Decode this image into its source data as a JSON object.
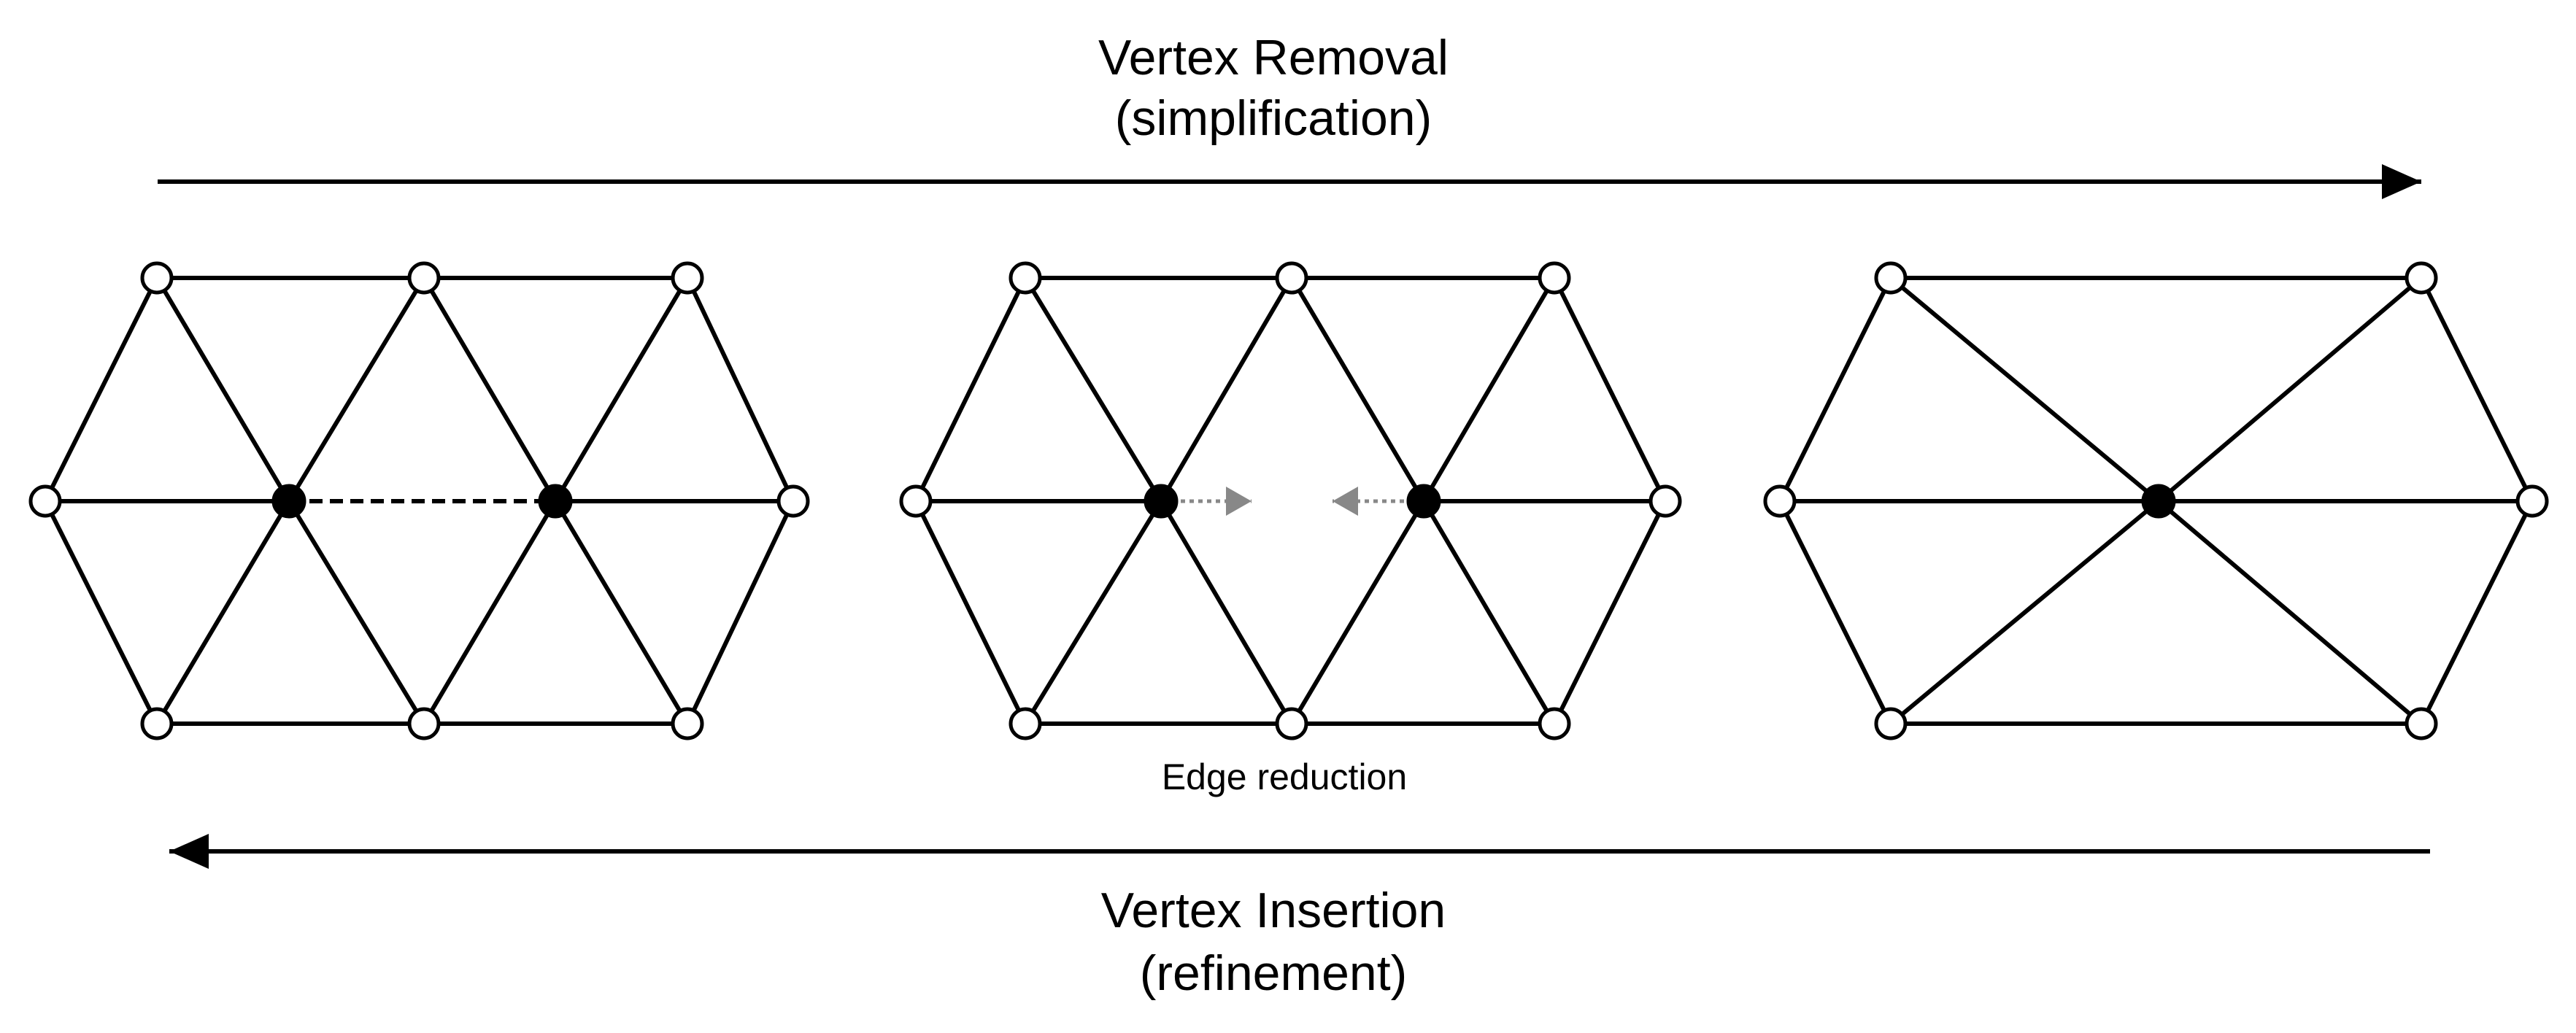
{
  "top": {
    "title": "Vertex Removal",
    "subtitle": "(simplification)"
  },
  "bottom": {
    "title": "Vertex Insertion",
    "subtitle": "(refinement)"
  },
  "middle_caption": "Edge reduction",
  "colors": {
    "line": "#000000",
    "vertex_fill": "#ffffff",
    "active_vertex": "#000000",
    "arrow_dotted": "#888888"
  }
}
